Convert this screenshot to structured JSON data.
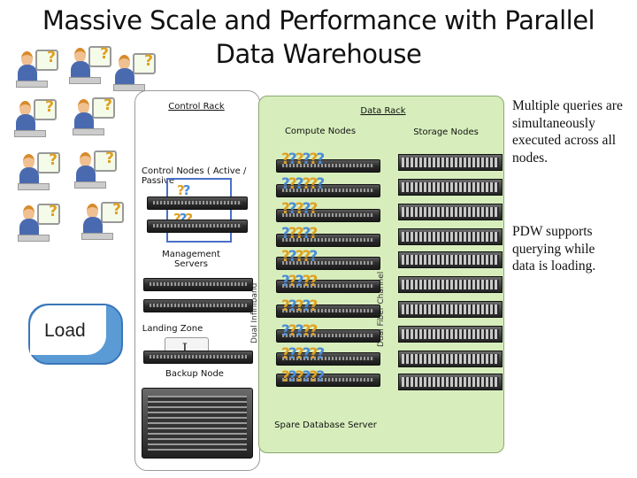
{
  "title": {
    "line1": "Massive Scale and Performance with Parallel",
    "line2": "Data Warehouse"
  },
  "control_rack": {
    "label": "Control Rack",
    "control_nodes": "Control Nodes ( Active / Passive",
    "management": "Management Servers",
    "landing_zone": "Landing Zone",
    "landing_zone_box": "L",
    "backup_node": "Backup Node"
  },
  "data_rack": {
    "label": "Data Rack",
    "compute_nodes": "Compute Nodes",
    "storage_nodes": "Storage Nodes",
    "spare": "Spare Database Server",
    "fibre": "Dual Fiber Channel",
    "infiniband": "Dual Infiniband"
  },
  "load_label": "Load",
  "side_text": {
    "top": "Multiple queries are simultaneously executed across all nodes.",
    "bottom": "PDW supports querying while data is loading."
  },
  "colors": {
    "data_rack": "#d7eebc",
    "load": "#5b9bd5",
    "ctl_box": "#4a70c8"
  }
}
